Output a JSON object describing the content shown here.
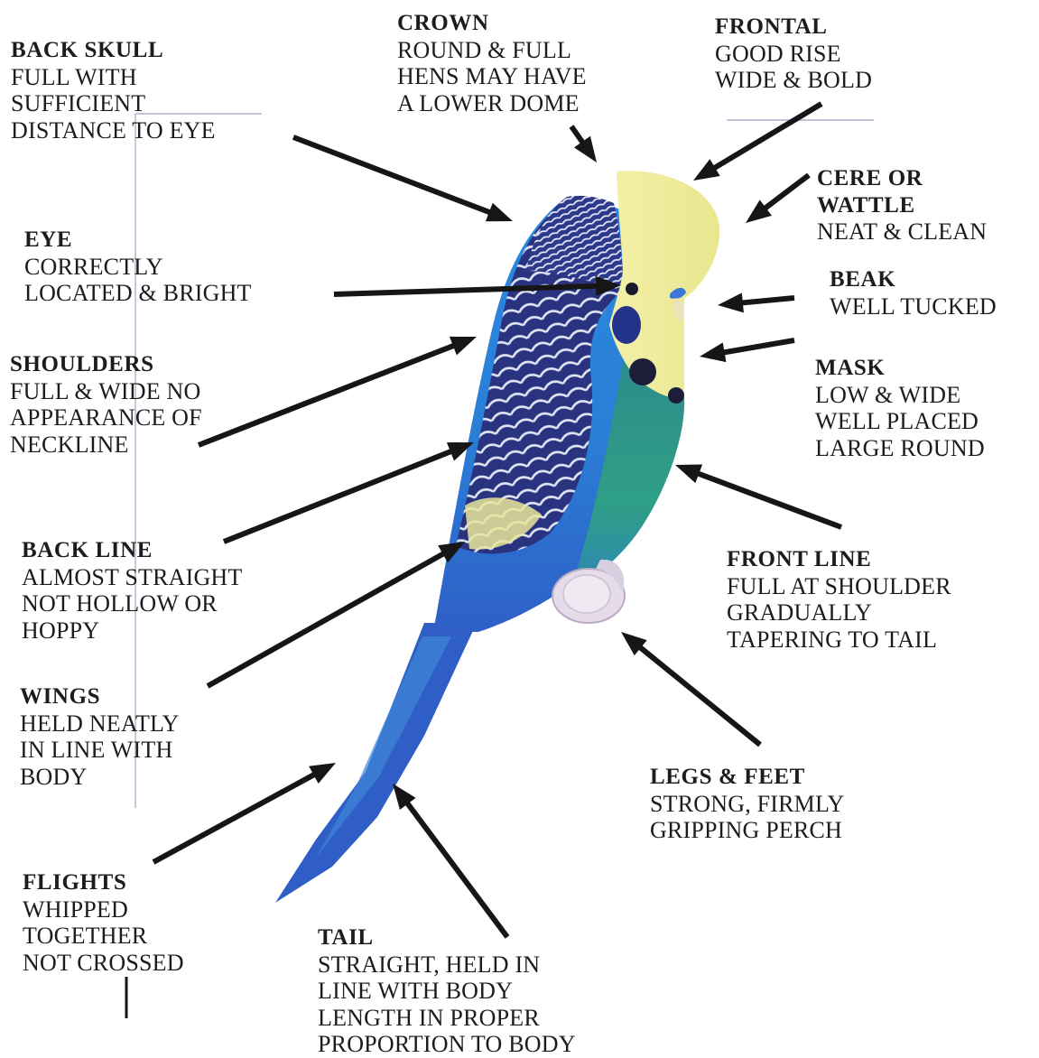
{
  "labels": [
    {
      "id": "back-skull",
      "title": "BACK  SKULL",
      "lines": [
        "FULL WITH",
        "SUFFICIENT",
        "DISTANCE TO  EYE"
      ]
    },
    {
      "id": "crown",
      "title": "CROWN",
      "lines": [
        "ROUND & FULL",
        "HENS MAY HAVE",
        "A LOWER DOME"
      ]
    },
    {
      "id": "frontal",
      "title": "FRONTAL",
      "lines": [
        "GOOD RISE",
        "WIDE & BOLD"
      ]
    },
    {
      "id": "cere",
      "title": "CERE OR",
      "lines": [
        "WATTLE",
        "NEAT & CLEAN"
      ]
    },
    {
      "id": "eye",
      "title": "EYE",
      "lines": [
        "CORRECTLY",
        "LOCATED & BRIGHT"
      ]
    },
    {
      "id": "beak",
      "title": "BEAK",
      "lines": [
        "WELL TUCKED"
      ]
    },
    {
      "id": "shoulders",
      "title": "SHOULDERS",
      "lines": [
        "FULL & WIDE NO",
        "APPEARANCE OF",
        "NECKLINE"
      ]
    },
    {
      "id": "mask",
      "title": "MASK",
      "lines": [
        "LOW & WIDE",
        "WELL PLACED",
        "LARGE ROUND"
      ]
    },
    {
      "id": "back-line",
      "title": "BACK LINE",
      "lines": [
        "ALMOST STRAIGHT",
        "NOT HOLLOW OR",
        "HOPPY"
      ]
    },
    {
      "id": "front-line",
      "title": "FRONT LINE",
      "lines": [
        "FULL AT SHOULDER",
        "GRADUALLY",
        "TAPERING TO TAIL"
      ]
    },
    {
      "id": "wings",
      "title": "WINGS",
      "lines": [
        "HELD NEATLY",
        "IN LINE WITH",
        "BODY"
      ]
    },
    {
      "id": "legs-feet",
      "title": "LEGS & FEET",
      "lines": [
        "STRONG, FIRMLY",
        "GRIPPING PERCH"
      ]
    },
    {
      "id": "flights",
      "title": "FLIGHTS",
      "lines": [
        "WHIPPED",
        "TOGETHER",
        "NOT CROSSED"
      ]
    },
    {
      "id": "tail",
      "title": "TAIL",
      "lines": [
        "STRAIGHT, HELD IN",
        "LINE WITH BODY",
        "LENGTH IN PROPER",
        "PROPORTION TO BODY"
      ]
    }
  ],
  "colors": {
    "text": "#1c1c1c",
    "arrow": "#161616",
    "guide": "#aab4cf",
    "body_blue": "#2f7fd8",
    "wing_navy": "#27327c",
    "face_yellow": "#ecea9a",
    "chest_green": "#2e9a8a",
    "perch": "#e6dbe8"
  }
}
